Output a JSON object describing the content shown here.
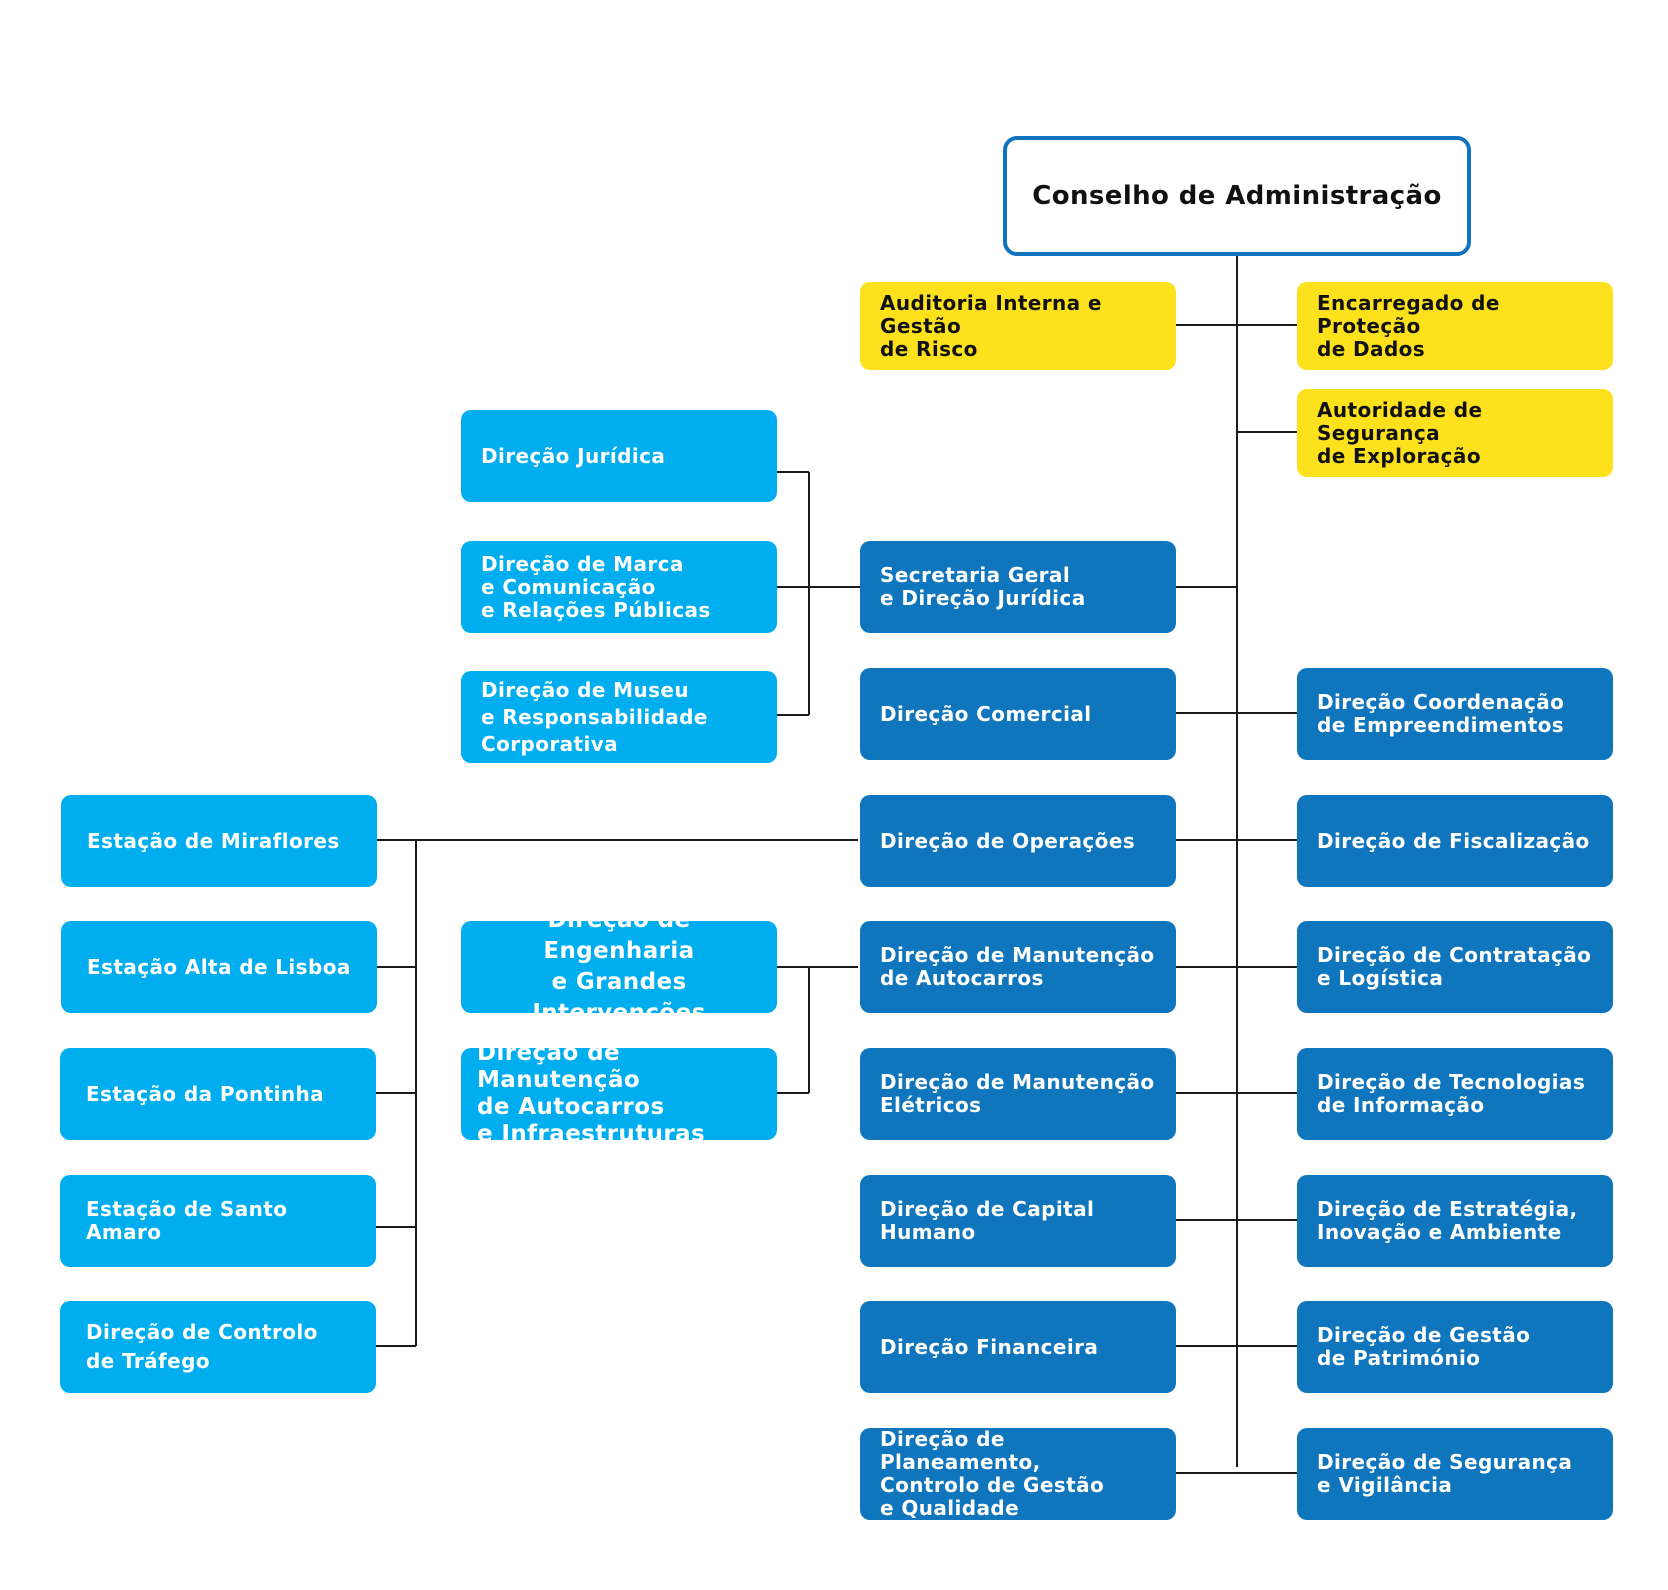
{
  "colors": {
    "root_border": "#1172bd",
    "yellow": "#fde11c",
    "light_blue": "#00aeef",
    "dark_blue": "#0f75bd",
    "connector": "#1a1a1a"
  },
  "nodes": {
    "root": "Conselho de Administração",
    "auditoria": "Auditoria Interna e Gestão\nde Risco",
    "protecao_dados": "Encarregado de Proteção\nde Dados",
    "seguranca_exploracao": "Autoridade de Segurança\nde Exploração",
    "juridica": "Direção Jurídica",
    "marca": "Direção de Marca\ne Comunicação\ne Relações Públicas",
    "museu": "Direção de Museu\ne Responsabilidade\nCorporativa",
    "secretaria": "Secretaria Geral\ne Direção Jurídica",
    "comercial": "Direção Comercial",
    "empreendimentos": "Direção Coordenação\nde Empreendimentos",
    "miraflores": "Estação de Miraflores",
    "operacoes": "Direção de Operações",
    "fiscalizacao": "Direção de Fiscalização",
    "alta_lisboa": "Estação Alta de Lisboa",
    "engenharia": "Direção de Engenharia\ne Grandes Intervenções",
    "manut_autocarros": "Direção de Manutenção\nde Autocarros",
    "contratacao": "Direção de Contratação\ne Logística",
    "pontinha": "Estação da Pontinha",
    "manut_infra": "Direção de Manutenção\nde Autocarros\ne Infraestruturas",
    "manut_eletricos": "Direção de Manutenção\nElétricos",
    "tecnologias": "Direção de Tecnologias\nde Informação",
    "santo_amaro": "Estação de Santo Amaro",
    "capital_humano": "Direção de Capital\nHumano",
    "estrategia": "Direção de Estratégia,\nInovação e Ambiente",
    "controlo_trafego": "Direção de Controlo\nde Tráfego",
    "financeira": "Direção Financeira",
    "patrimonio": "Direção de Gestão\nde Património",
    "planeamento": "Direção de Planeamento,\nControlo de Gestão\ne Qualidade",
    "seguranca_vigilancia": "Direção de Segurança\ne Vigilância"
  }
}
